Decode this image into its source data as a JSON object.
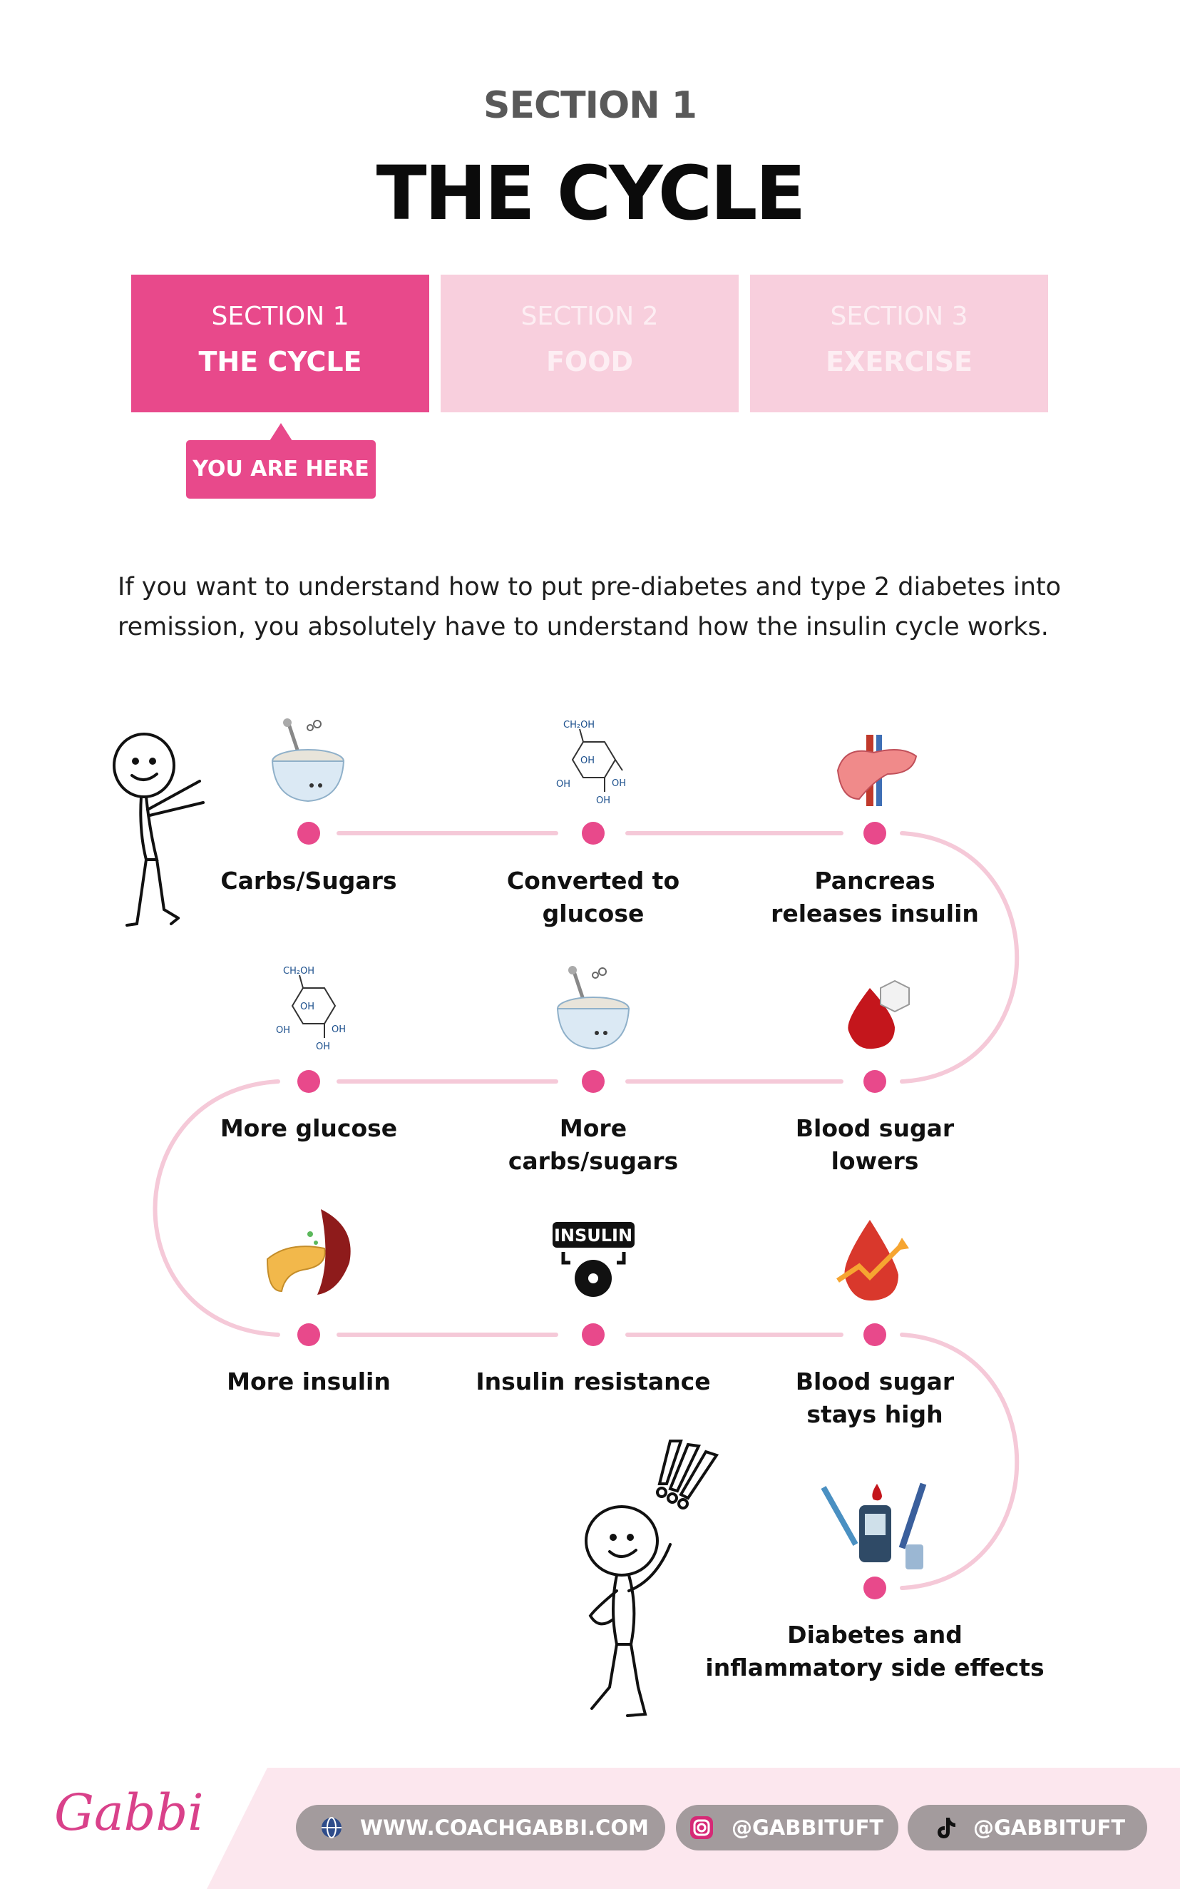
{
  "header": {
    "kicker": "SECTION 1",
    "title": "THE CYCLE"
  },
  "tabs": [
    {
      "section": "SECTION 1",
      "name": "THE CYCLE",
      "active": true
    },
    {
      "section": "SECTION 2",
      "name": "FOOD",
      "active": false
    },
    {
      "section": "SECTION 3",
      "name": "EXERCISE",
      "active": false
    }
  ],
  "you_are_here": "YOU ARE HERE",
  "intro": "If you want to understand how to put pre-diabetes and type 2 diabetes into remission, you absolutely have to understand how the insulin cycle works.",
  "cycle": {
    "steps": [
      {
        "label_1": "Carbs/Sugars",
        "label_2": "",
        "icon": "bowl-of-sugar-icon"
      },
      {
        "label_1": "Converted to",
        "label_2": "glucose",
        "icon": "glucose-molecule-icon"
      },
      {
        "label_1": "Pancreas",
        "label_2": "releases insulin",
        "icon": "pancreas-icon"
      },
      {
        "label_1": "Blood sugar",
        "label_2": "lowers",
        "icon": "blood-drop-sugar-cube-icon"
      },
      {
        "label_1": "More",
        "label_2": "carbs/sugars",
        "icon": "bowl-of-sugar-icon"
      },
      {
        "label_1": "More glucose",
        "label_2": "",
        "icon": "glucose-molecule-icon"
      },
      {
        "label_1": "More insulin",
        "label_2": "",
        "icon": "pancreas-vessel-icon"
      },
      {
        "label_1": "Insulin resistance",
        "label_2": "",
        "icon": "insulin-resistance-icon"
      },
      {
        "label_1": "Blood sugar",
        "label_2": "stays high",
        "icon": "blood-drop-rising-icon"
      },
      {
        "label_1": "Diabetes and",
        "label_2": "inflammatory side effects",
        "icon": "diabetes-supplies-icon"
      }
    ],
    "insulin_badge": "INSULIN",
    "molecule_labels": {
      "top": "CH₂OH",
      "oh": "OH"
    }
  },
  "footer": {
    "logo": "Gabbi",
    "website": "WWW.COACHGABBI.COM",
    "instagram": "@GABBITUFT",
    "tiktok": "@GABBITUFT"
  },
  "colors": {
    "accent": "#e8498b",
    "tab_inactive": "#f8cfdd",
    "path_line": "#f5c9d8",
    "pill": "#a39b9d"
  }
}
